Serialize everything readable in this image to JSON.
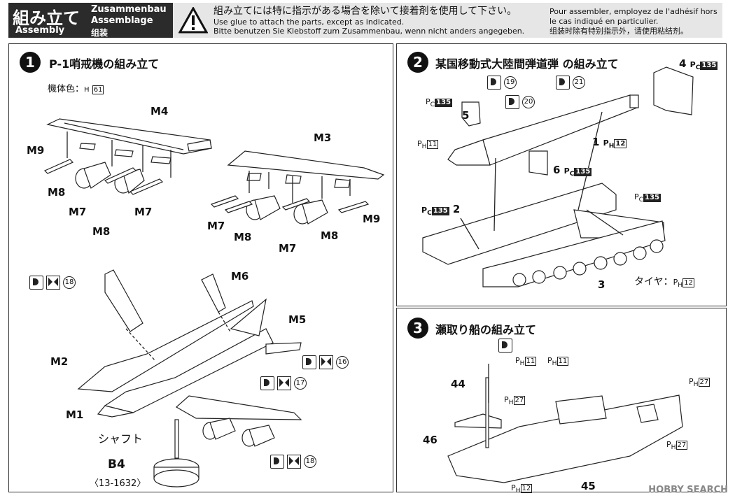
{
  "header": {
    "jp_title": "組み立て",
    "en_title": "Assembly",
    "de_title": "Zusammenbau",
    "fr_title": "Assemblage",
    "zh_title": "组装",
    "jp_note": "組み立てには特に指示がある場合を除いて接着剤を使用して下さい。",
    "en_note": "Use glue to attach the parts, except as indicated.",
    "de_note": "Bitte benutzen Sie Klebstoff zum Zusammenbau, wenn nicht anders angegeben.",
    "fr_note1": "Pour assembler, employez de l'adhésif hors",
    "fr_note2": "le cas indiqué en particulier.",
    "zh_note": "组装时除有特别指示外，请使用粘结剂。"
  },
  "step1": {
    "number": "1",
    "title": "P-1哨戒機の組み立て",
    "body_color_label": "機体色：",
    "body_color_code": "61",
    "labels": {
      "m4": "M4",
      "m3": "M3",
      "m9a": "M9",
      "m8a": "M8",
      "m7a": "M7",
      "m8b": "M8",
      "m7b": "M7",
      "m7c": "M7",
      "m8c": "M8",
      "m7d": "M7",
      "m8d": "M8",
      "m9b": "M9",
      "m6": "M6",
      "m5": "M5",
      "m2": "M2",
      "m1": "M1",
      "shaft": "シャフト",
      "b4": "B4",
      "b4_code": "〈13-1632〉"
    },
    "decals": [
      "18",
      "16",
      "17",
      "18"
    ]
  },
  "step2": {
    "number": "2",
    "title": "某国移動式大陸間弾道弾 の組み立て",
    "labels": {
      "p4": "4",
      "p5": "5",
      "p6": "6",
      "p1": "1",
      "p2": "2",
      "p3": "3",
      "tire": "タイヤ：",
      "pc_code": "135",
      "ph_codes": [
        "11",
        "12",
        "12"
      ]
    },
    "decals": [
      "19",
      "20",
      "21"
    ]
  },
  "step3": {
    "number": "3",
    "title": "瀬取り船の組み立て",
    "labels": {
      "p44": "44",
      "p46": "46",
      "p45": "45"
    },
    "ph_codes": [
      "11",
      "11",
      "27",
      "27",
      "27",
      "12"
    ]
  },
  "watermark": "HOBBY SEARCH"
}
